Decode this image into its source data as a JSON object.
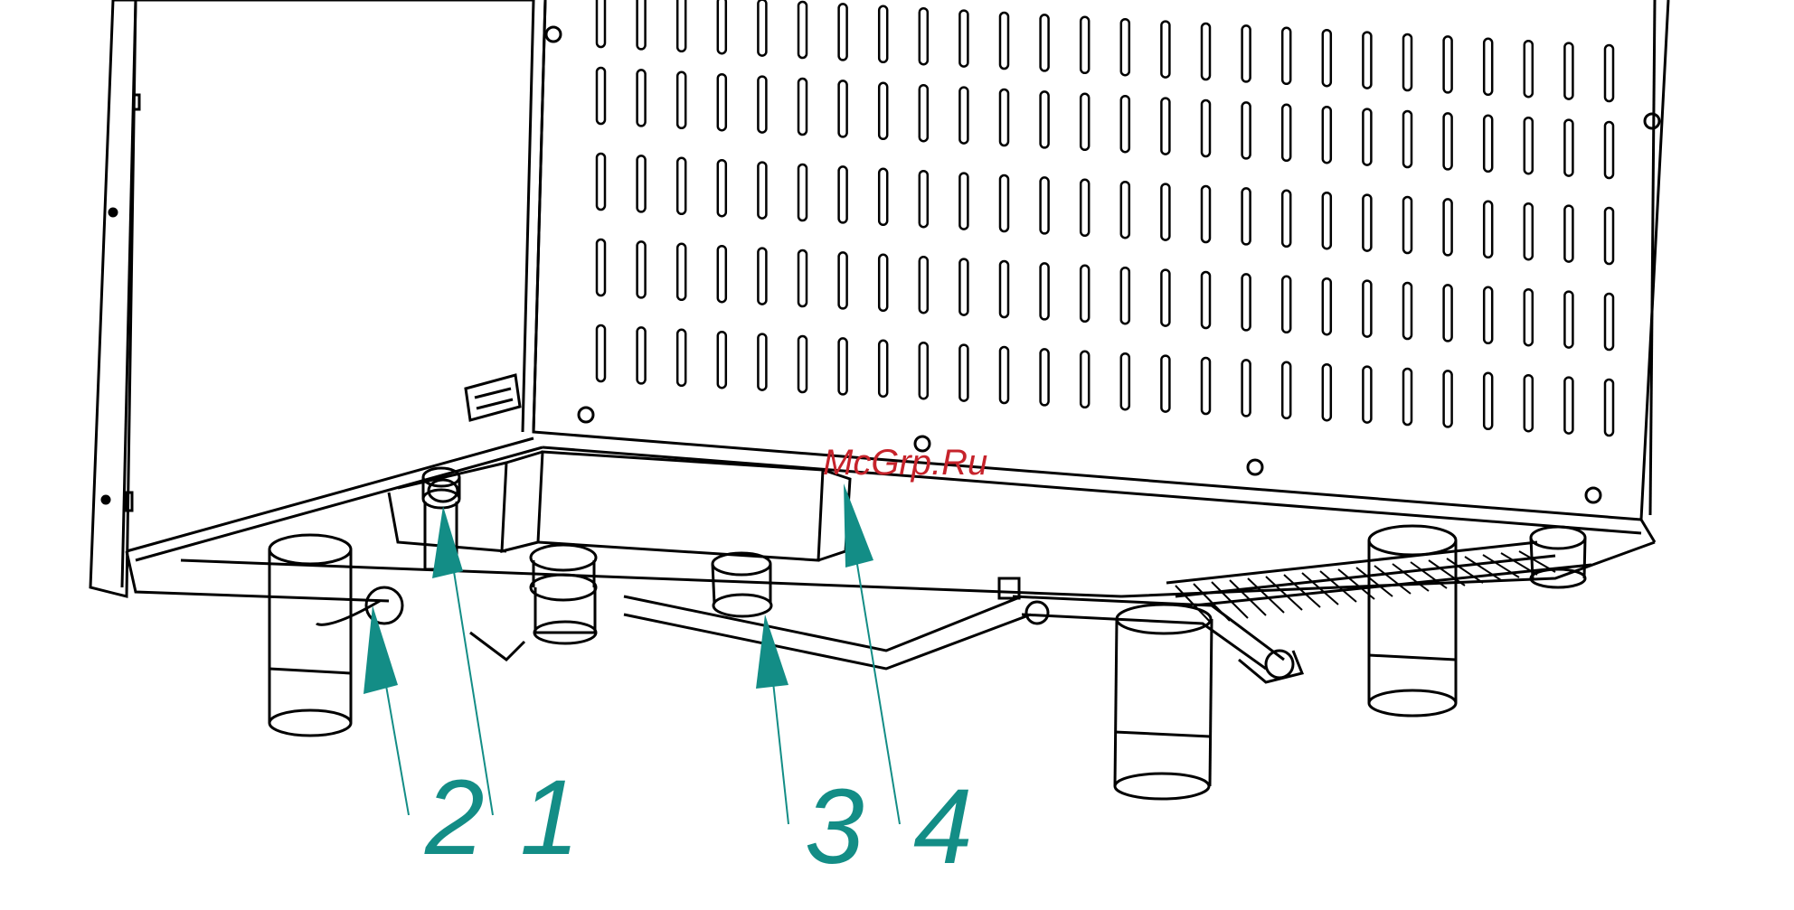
{
  "watermark": "McGrp.Ru",
  "callouts": [
    {
      "label": "2"
    },
    {
      "label": "1"
    },
    {
      "label": "3"
    },
    {
      "label": "4"
    }
  ],
  "colors": {
    "callout": "#138d86",
    "watermark": "#c6232b",
    "line": "#000000",
    "background": "#ffffff"
  }
}
